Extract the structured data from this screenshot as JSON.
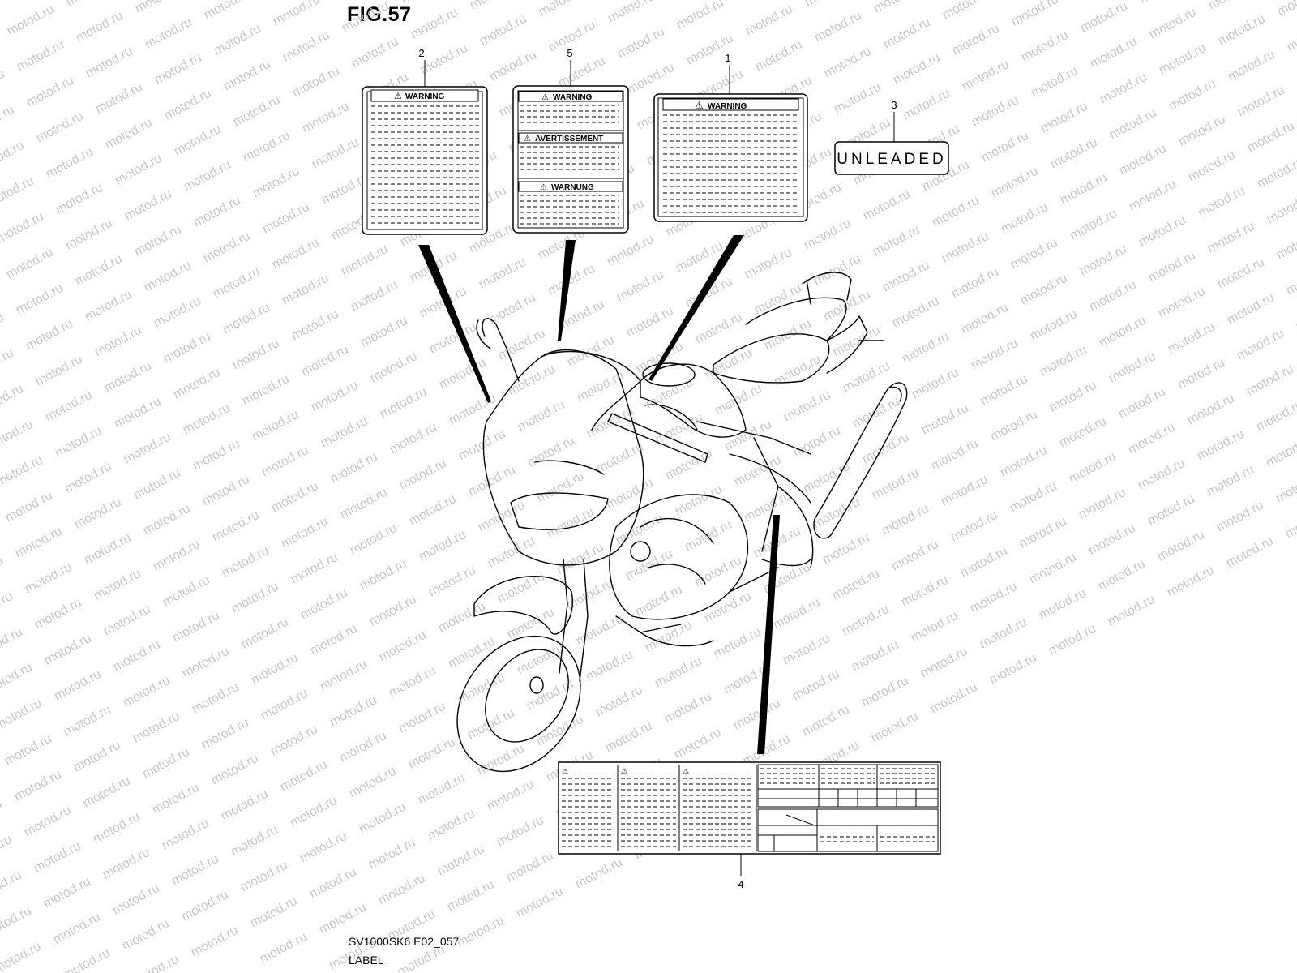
{
  "figure": {
    "title": "FIG.57",
    "code": "SV1000SK6 E02_057",
    "name": "LABEL"
  },
  "watermark": "motod.ru",
  "callouts": [
    "1",
    "2",
    "3",
    "4",
    "5"
  ],
  "labels": {
    "warning": "WARNING",
    "avertissement": "AVERTISSEMENT",
    "warnung": "WARNUNG",
    "unleaded": "UNLEADED"
  }
}
